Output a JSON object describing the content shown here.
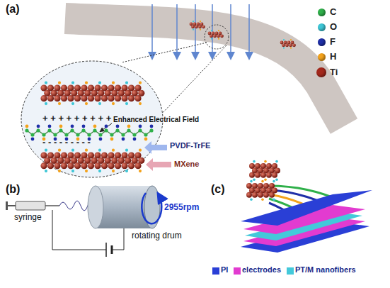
{
  "diagram": {
    "labels": [
      "(a)",
      "+ + + + + + + + +",
      "Enhanced Electrical Field",
      "- - - - - - - - -",
      "PVDF-TrFE",
      "MXene",
      "(b)",
      "syringe",
      "2955rpm",
      "rotating drum",
      "(c)"
    ],
    "legend": [
      {
        "text": "C",
        "color": "#2fb04a"
      },
      {
        "text": "O",
        "color": "#3ec6d6"
      },
      {
        "text": "F",
        "color": "#1f2fa8"
      },
      {
        "text": "H",
        "color": "#f3a21c"
      },
      {
        "text": "Ti",
        "color": "#a3281c"
      },
      {
        "text": "PI",
        "color": "#2a3fd6"
      },
      {
        "text": "electrodes",
        "color": "#e23bd0"
      },
      {
        "text": "PT/M nanofibers",
        "color": "#43c9da"
      }
    ]
  }
}
